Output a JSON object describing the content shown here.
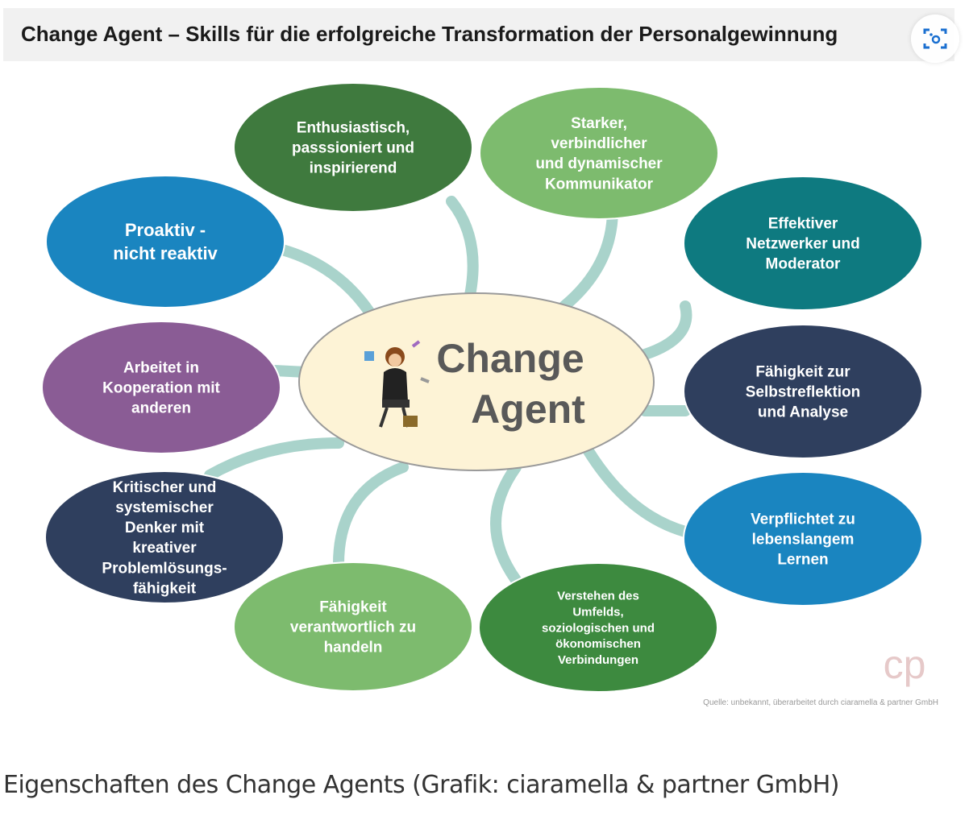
{
  "title": "Change Agent – Skills für die erfolgreiche Transformation der Personalgewinnung",
  "center": {
    "lines": [
      "Change",
      "Agent"
    ],
    "fill": "#fdf3d6"
  },
  "skills": [
    {
      "lines": [
        "Enthusiastisch,",
        "passsioniert und",
        "inspirierend"
      ],
      "color": "#3f7a3e"
    },
    {
      "lines": [
        "Starker,",
        "verbindlicher",
        "und dynamischer",
        "Kommunikator"
      ],
      "color": "#7dbb6e"
    },
    {
      "lines": [
        "Effektiver",
        "Netzwerker und",
        "Moderator"
      ],
      "color": "#0e7a80"
    },
    {
      "lines": [
        "Fähigkeit zur",
        "Selbstreflektion",
        "und Analyse"
      ],
      "color": "#2f3f5e"
    },
    {
      "lines": [
        "Verpflichtet zu",
        "lebenslangem",
        "Lernen"
      ],
      "color": "#1a85c0"
    },
    {
      "lines": [
        "Verstehen des",
        "Umfelds,",
        "soziologischen und",
        "ökonomischen",
        "Verbindungen"
      ],
      "color": "#3d8a3f"
    },
    {
      "lines": [
        "Fähigkeit",
        "verantwortlich zu",
        "handeln"
      ],
      "color": "#7dbb6e"
    },
    {
      "lines": [
        "Kritischer und",
        "systemischer",
        "Denker mit",
        "kreativer",
        "Problemlösungs-",
        "fähigkeit"
      ],
      "color": "#2f3f5e"
    },
    {
      "lines": [
        "Arbeitet in",
        "Kooperation mit",
        "anderen"
      ],
      "color": "#8a5c95"
    },
    {
      "lines": [
        "Proaktiv -",
        "nicht reaktiv"
      ],
      "color": "#1a85c0"
    }
  ],
  "logo": "cp",
  "source": "Quelle: unbekannt, überarbeitet durch ciaramella & partner GmbH",
  "caption": "Eigenschaften des Change Agents (Grafik: ciaramella & partner GmbH)",
  "connector_color": "#a9d3cb",
  "lens_icon": "visual-search-icon"
}
